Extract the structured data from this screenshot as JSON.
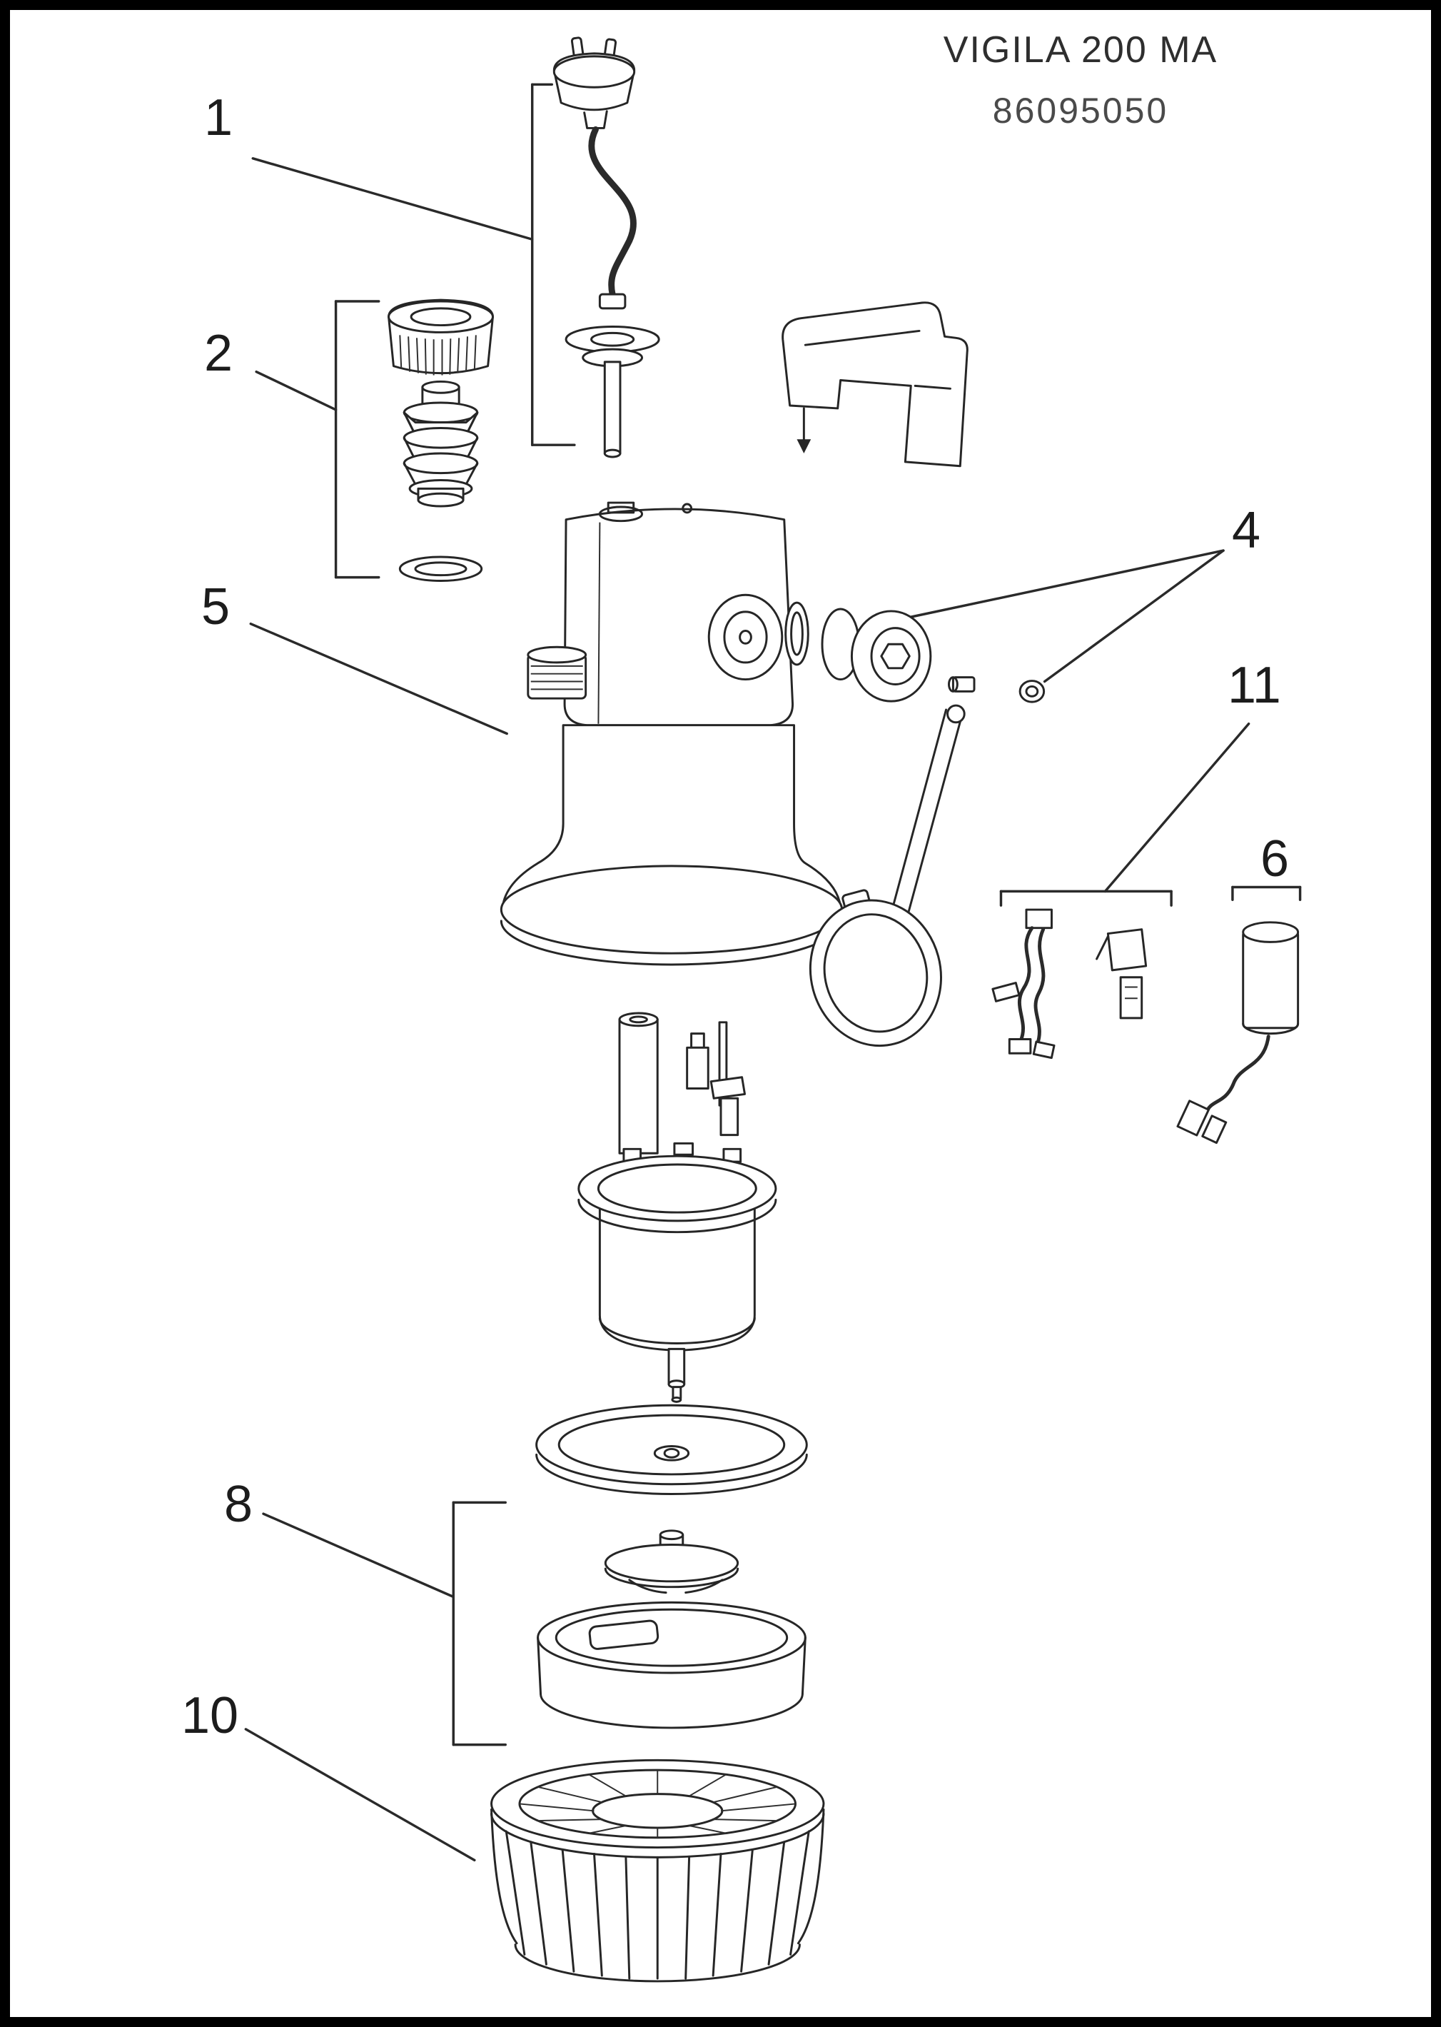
{
  "header": {
    "model": "VIGILA 200 MA",
    "code": "86095050"
  },
  "callouts": [
    {
      "label": "1"
    },
    {
      "label": "2"
    },
    {
      "label": "5"
    },
    {
      "label": "4"
    },
    {
      "label": "11"
    },
    {
      "label": "6"
    },
    {
      "label": "8"
    },
    {
      "label": "10"
    }
  ],
  "colors": {
    "line": "#262626",
    "paper": "#ffffff",
    "frame": "#000000",
    "title_text": "#2e2e2e",
    "code_text": "#4a4a4a"
  }
}
